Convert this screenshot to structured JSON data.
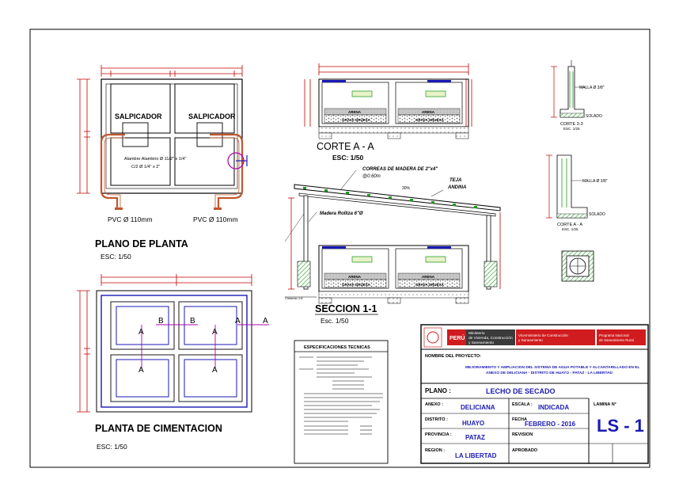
{
  "colors": {
    "outline": "#000000",
    "dimension": "#c00000",
    "pipe": "#c0572e",
    "slab_blue": "#1a1ab4",
    "section_magenta": "#b000b0",
    "green_hatch": "#1e9a1e",
    "gray": "#8a8a8a",
    "peru_red": "#d01c1f"
  },
  "plan": {
    "title": "PLANO DE PLANTA",
    "scale": "ESC: 1/50",
    "salpicador_left": "SALPICADOR",
    "salpicador_right": "SALPICADOR",
    "wire_note": "Alambre Alambrio Ø 11/2\" x 1/4\"",
    "wire_note2": "C/2 Ø 1/4\" x 2\"",
    "pvc_left": "PVC Ø 110mm",
    "pvc_right": "PVC Ø 110mm"
  },
  "foundation": {
    "title": "PLANTA DE CIMENTACION",
    "scale": "ESC: 1/50",
    "marks": [
      "A",
      "B",
      "B",
      "A",
      "A",
      "A",
      "A",
      "A"
    ]
  },
  "cut_aa": {
    "title": "CORTE  A - A",
    "scale": "ESC: 1/50",
    "labels": [
      "ARENA",
      "GRAVA GRUESA",
      "ARENA",
      "GRAVA GRUESA"
    ]
  },
  "section": {
    "title": "SECCION 1-1",
    "scale": "Esc. 1/50",
    "purlin_note": "CORREAS DE MADERA DE 2\"x4\"",
    "purlin_note2": "@0.60m",
    "roof_note": "TEJA",
    "roof_note2": "ANDINA",
    "post_note": "Madera Rolliza 6\"Ø",
    "ground_note": "Cimiento 1:8",
    "slope": "30%",
    "labels": [
      "ARENA",
      "GRAVA GRUESA",
      "ARENA",
      "GRAVA GRUESA"
    ]
  },
  "details": {
    "wall_note_1": "MALLA Ø 3/8\"",
    "wall_note_2": "SOLADO",
    "wall_label_1": "CORTE 3-3",
    "wall_scale_1": "ESC. 1/25",
    "wall_label_2": "CORTE A - A",
    "wall_scale_2": "ESC. 1/25"
  },
  "specs": {
    "title": "ESPECIFICACIONES TECNICAS"
  },
  "title_block": {
    "ministry_logo": "PERÚ",
    "ministry_name_1": "Ministerio",
    "ministry_name_2": "de Vivienda, Construcción",
    "ministry_name_3": "y Saneamiento",
    "vice_ministry_1": "Viceministerio de Construcción",
    "vice_ministry_2": "y Saneamiento",
    "program_1": "Programa Nacional",
    "program_2": "de Saneamiento Rural",
    "project_label": "NOMBRE DEL PROYECTO:",
    "project_name_1": "MEJORAMIENTO Y AMPLIACION DEL SISTEMA DE AGUA POTABLE Y ALCANTARILLADO EN EL",
    "project_name_2": "ANEXO DE DELICIANA - DISTRITO DE HUAYO - PATAZ - LA LIBERTAD",
    "plano_label": "PLANO :",
    "plano_value": "LECHO DE SECADO",
    "anexo_label": "ANEXO :",
    "anexo_value": "DELICIANA",
    "escala_label": "ESCALA :",
    "escala_value": "INDICADA",
    "lamina_label": "LAMINA N°",
    "lamina_value": "LS - 1",
    "distrito_label": "DISTRITO :",
    "distrito_value": "HUAYO",
    "fecha_label": "FECHA",
    "fecha_value": "FEBRERO - 2016",
    "provincia_label": "PROVINCIA :",
    "provincia_value": "PATAZ",
    "revision_label": "REVISION",
    "region_label": "REGION :",
    "region_value": "LA LIBERTAD",
    "aprobado_label": "APROBADO"
  }
}
